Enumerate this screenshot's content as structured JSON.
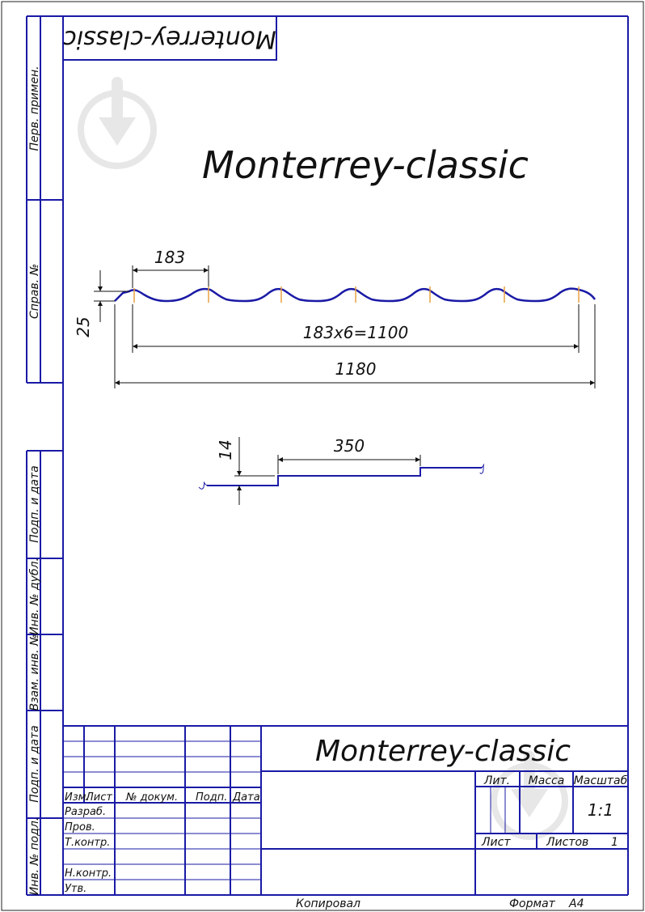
{
  "stamp_top": "Monterrey-classic",
  "drawing_title": "Monterrey-classic",
  "side_labels": {
    "perv_primen": "Перв. примен.",
    "sprav_no": "Справ. №",
    "podp_data_1": "Подп. и дата",
    "inv_dubl": "Инв. № дубл.",
    "vzam_inv": "Взам. инв. №",
    "podp_data_2": "Подп. и дата",
    "inv_podl": "Инв. № подл."
  },
  "profile": {
    "dim_pitch": "183",
    "dim_height": "25",
    "dim_span": "183x6=1100",
    "dim_total": "1180"
  },
  "step": {
    "dim_step_height": "14",
    "dim_step_length": "350"
  },
  "title_block": {
    "name": "Monterrey-classic",
    "col_izm": "Изм.",
    "col_list": "Лист",
    "col_docum": "№ докум.",
    "col_podp": "Подп.",
    "col_data": "Дата",
    "row_razrab": "Разраб.",
    "row_prov": "Пров.",
    "row_tkontr": "Т.контр.",
    "row_nkontr": "Н.контр.",
    "row_utv": "Утв.",
    "lit": "Лит.",
    "massa": "Масса",
    "masshtab": "Масштаб",
    "scale_value": "1:1",
    "list_label": "Лист",
    "listov_label": "Листов",
    "listov_value": "1"
  },
  "footer": {
    "kopiroval": "Копировал",
    "format_label": "Формат",
    "format_value": "A4"
  },
  "colors": {
    "frame": "#1a1aa6",
    "profile": "#1a1aa6",
    "crest_mark": "#e8a040",
    "text": "#111111"
  }
}
